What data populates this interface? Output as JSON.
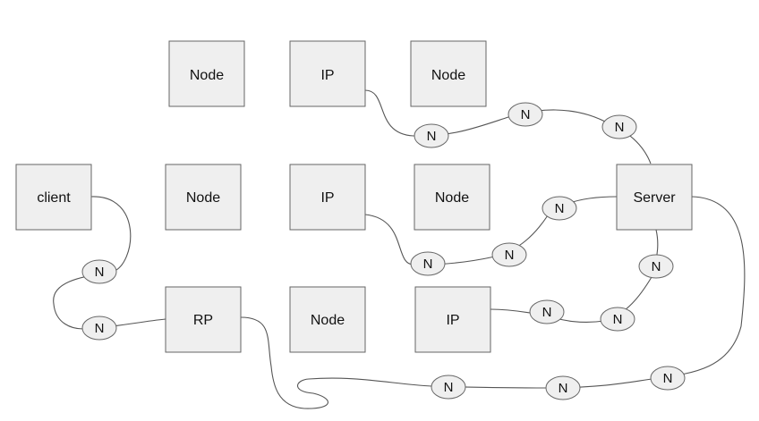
{
  "boxes": {
    "node_top_1": "Node",
    "ip_top": "IP",
    "node_top_2": "Node",
    "client": "client",
    "node_mid_1": "Node",
    "ip_mid": "IP",
    "node_mid_2": "Node",
    "server": "Server",
    "rp": "RP",
    "node_bottom": "Node",
    "ip_bottom": "IP"
  },
  "hops": {
    "top_1": "N",
    "top_2": "N",
    "top_3": "N",
    "mid_1": "N",
    "mid_2": "N",
    "mid_3": "N",
    "right_1": "N",
    "right_2": "N",
    "right_3": "N",
    "left_1": "N",
    "left_2": "N",
    "bottom_1": "N",
    "bottom_2": "N",
    "bottom_3": "N"
  },
  "colors": {
    "fill": "#efefef",
    "stroke": "#666666",
    "wire": "#555555"
  }
}
